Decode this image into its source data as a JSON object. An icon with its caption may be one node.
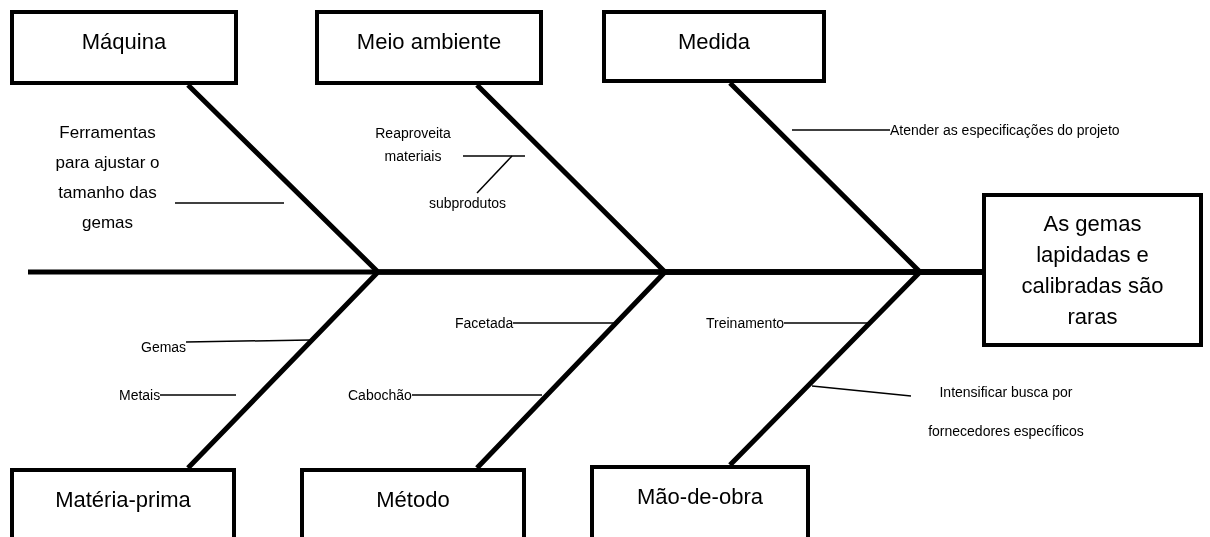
{
  "diagram": {
    "nodes": [
      {
        "text": [
          "Máquina"
        ]
      },
      {
        "text": [
          "Meio ambiente"
        ]
      },
      {
        "text": [
          "Medida"
        ]
      },
      {
        "text": [
          "As gemas lapidadas e calibradas são raras"
        ]
      },
      {
        "text": [
          "Matéria-prima"
        ]
      },
      {
        "text": [
          "Método"
        ]
      },
      {
        "text": [
          "Mão-de-obra"
        ]
      },
      {
        "text": [
          "Ferramentas para ajustar o tamanho das gemas"
        ]
      },
      {
        "text": [
          "Reaproveita materiais"
        ]
      },
      {
        "text": [
          "subprodutos"
        ]
      },
      {
        "text": [
          "Atender as especificações do projeto"
        ]
      },
      {
        "text": [
          "Gemas"
        ]
      },
      {
        "text": [
          "Metais"
        ]
      },
      {
        "text": [
          "Facetada"
        ]
      },
      {
        "text": [
          "Cabochão"
        ]
      },
      {
        "text": [
          "Treinamento"
        ]
      },
      {
        "text": [
          "Intensificar busca por fornecedores específicos"
        ]
      }
    ],
    "edges": [
      {
        "from": null,
        "to": 3,
        "arrow": "none",
        "style": "thick"
      },
      {
        "from": 0,
        "to": 3,
        "arrow": "none",
        "style": "thick"
      },
      {
        "from": 1,
        "to": 3,
        "arrow": "none",
        "style": "thick"
      },
      {
        "from": 2,
        "to": 3,
        "arrow": "none",
        "style": "thick"
      },
      {
        "from": 4,
        "to": 3,
        "arrow": "none",
        "style": "thick"
      },
      {
        "from": 5,
        "to": 3,
        "arrow": "none",
        "style": "thick"
      },
      {
        "from": 6,
        "to": 3,
        "arrow": "none",
        "style": "thick"
      },
      {
        "from": 7,
        "to": null,
        "arrow": "none"
      },
      {
        "from": 8,
        "to": null,
        "arrow": "none"
      },
      {
        "from": 9,
        "to": null,
        "arrow": "none"
      },
      {
        "from": 10,
        "to": null,
        "arrow": "none"
      },
      {
        "from": 11,
        "to": null,
        "arrow": "none"
      },
      {
        "from": 12,
        "to": null,
        "arrow": "none"
      },
      {
        "from": 13,
        "to": null,
        "arrow": "none"
      },
      {
        "from": 14,
        "to": null,
        "arrow": "none"
      },
      {
        "from": 15,
        "to": null,
        "arrow": "none"
      },
      {
        "from": 16,
        "to": null,
        "arrow": "none"
      }
    ]
  }
}
